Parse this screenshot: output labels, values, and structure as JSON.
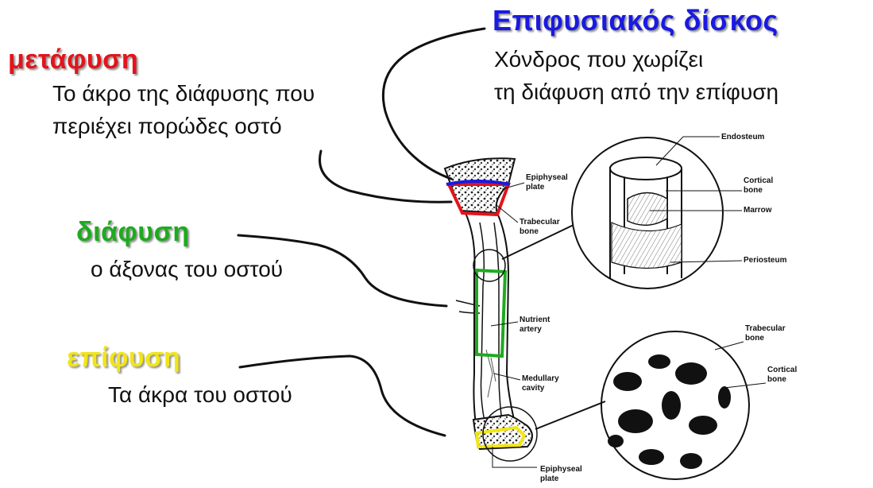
{
  "terms": {
    "metaphysis": {
      "title": "μετάφυση",
      "line1": "Το άκρο της διάφυσης που",
      "line2": "περιέχει πορώδες οστό",
      "color": "#e3141b"
    },
    "physis": {
      "title": "Επιφυσιακός δίσκος",
      "line1": "Χόνδρος που χωρίζει",
      "line2": "τη διάφυση από την επίφυση",
      "color": "#1a1ae0"
    },
    "diaphysis": {
      "title": "διάφυση",
      "line1": "ο άξονας του οστού",
      "color": "#1faa1f"
    },
    "epiphysis": {
      "title": "επίφυση",
      "line1": "Τα άκρα του οστού",
      "color": "#f2e516"
    }
  },
  "figure_labels": {
    "epiphyseal_plate_top_1": "Epiphyseal",
    "epiphyseal_plate_top_2": "plate",
    "trabecular_bone_1": "Trabecular",
    "trabecular_bone_2": "bone",
    "nutrient_artery_1": "Nutrient",
    "nutrient_artery_2": "artery",
    "medullary_cavity_1": "Medullary",
    "medullary_cavity_2": "cavity",
    "epiphyseal_plate_bottom_1": "Epiphyseal",
    "epiphyseal_plate_bottom_2": "plate",
    "endosteum": "Endosteum",
    "cortical_bone_1": "Cortical",
    "cortical_bone_2": "bone",
    "marrow": "Marrow",
    "periosteum": "Periosteum",
    "trabecular_bone_b_1": "Trabecular",
    "trabecular_bone_b_2": "bone",
    "cortical_bone_b_1": "Cortical",
    "cortical_bone_b_2": "bone"
  },
  "outline_colors": {
    "metaphysis": "#e3141b",
    "physis": "#1a1ae0",
    "diaphysis": "#1faa1f",
    "epiphysis": "#f2e516"
  }
}
